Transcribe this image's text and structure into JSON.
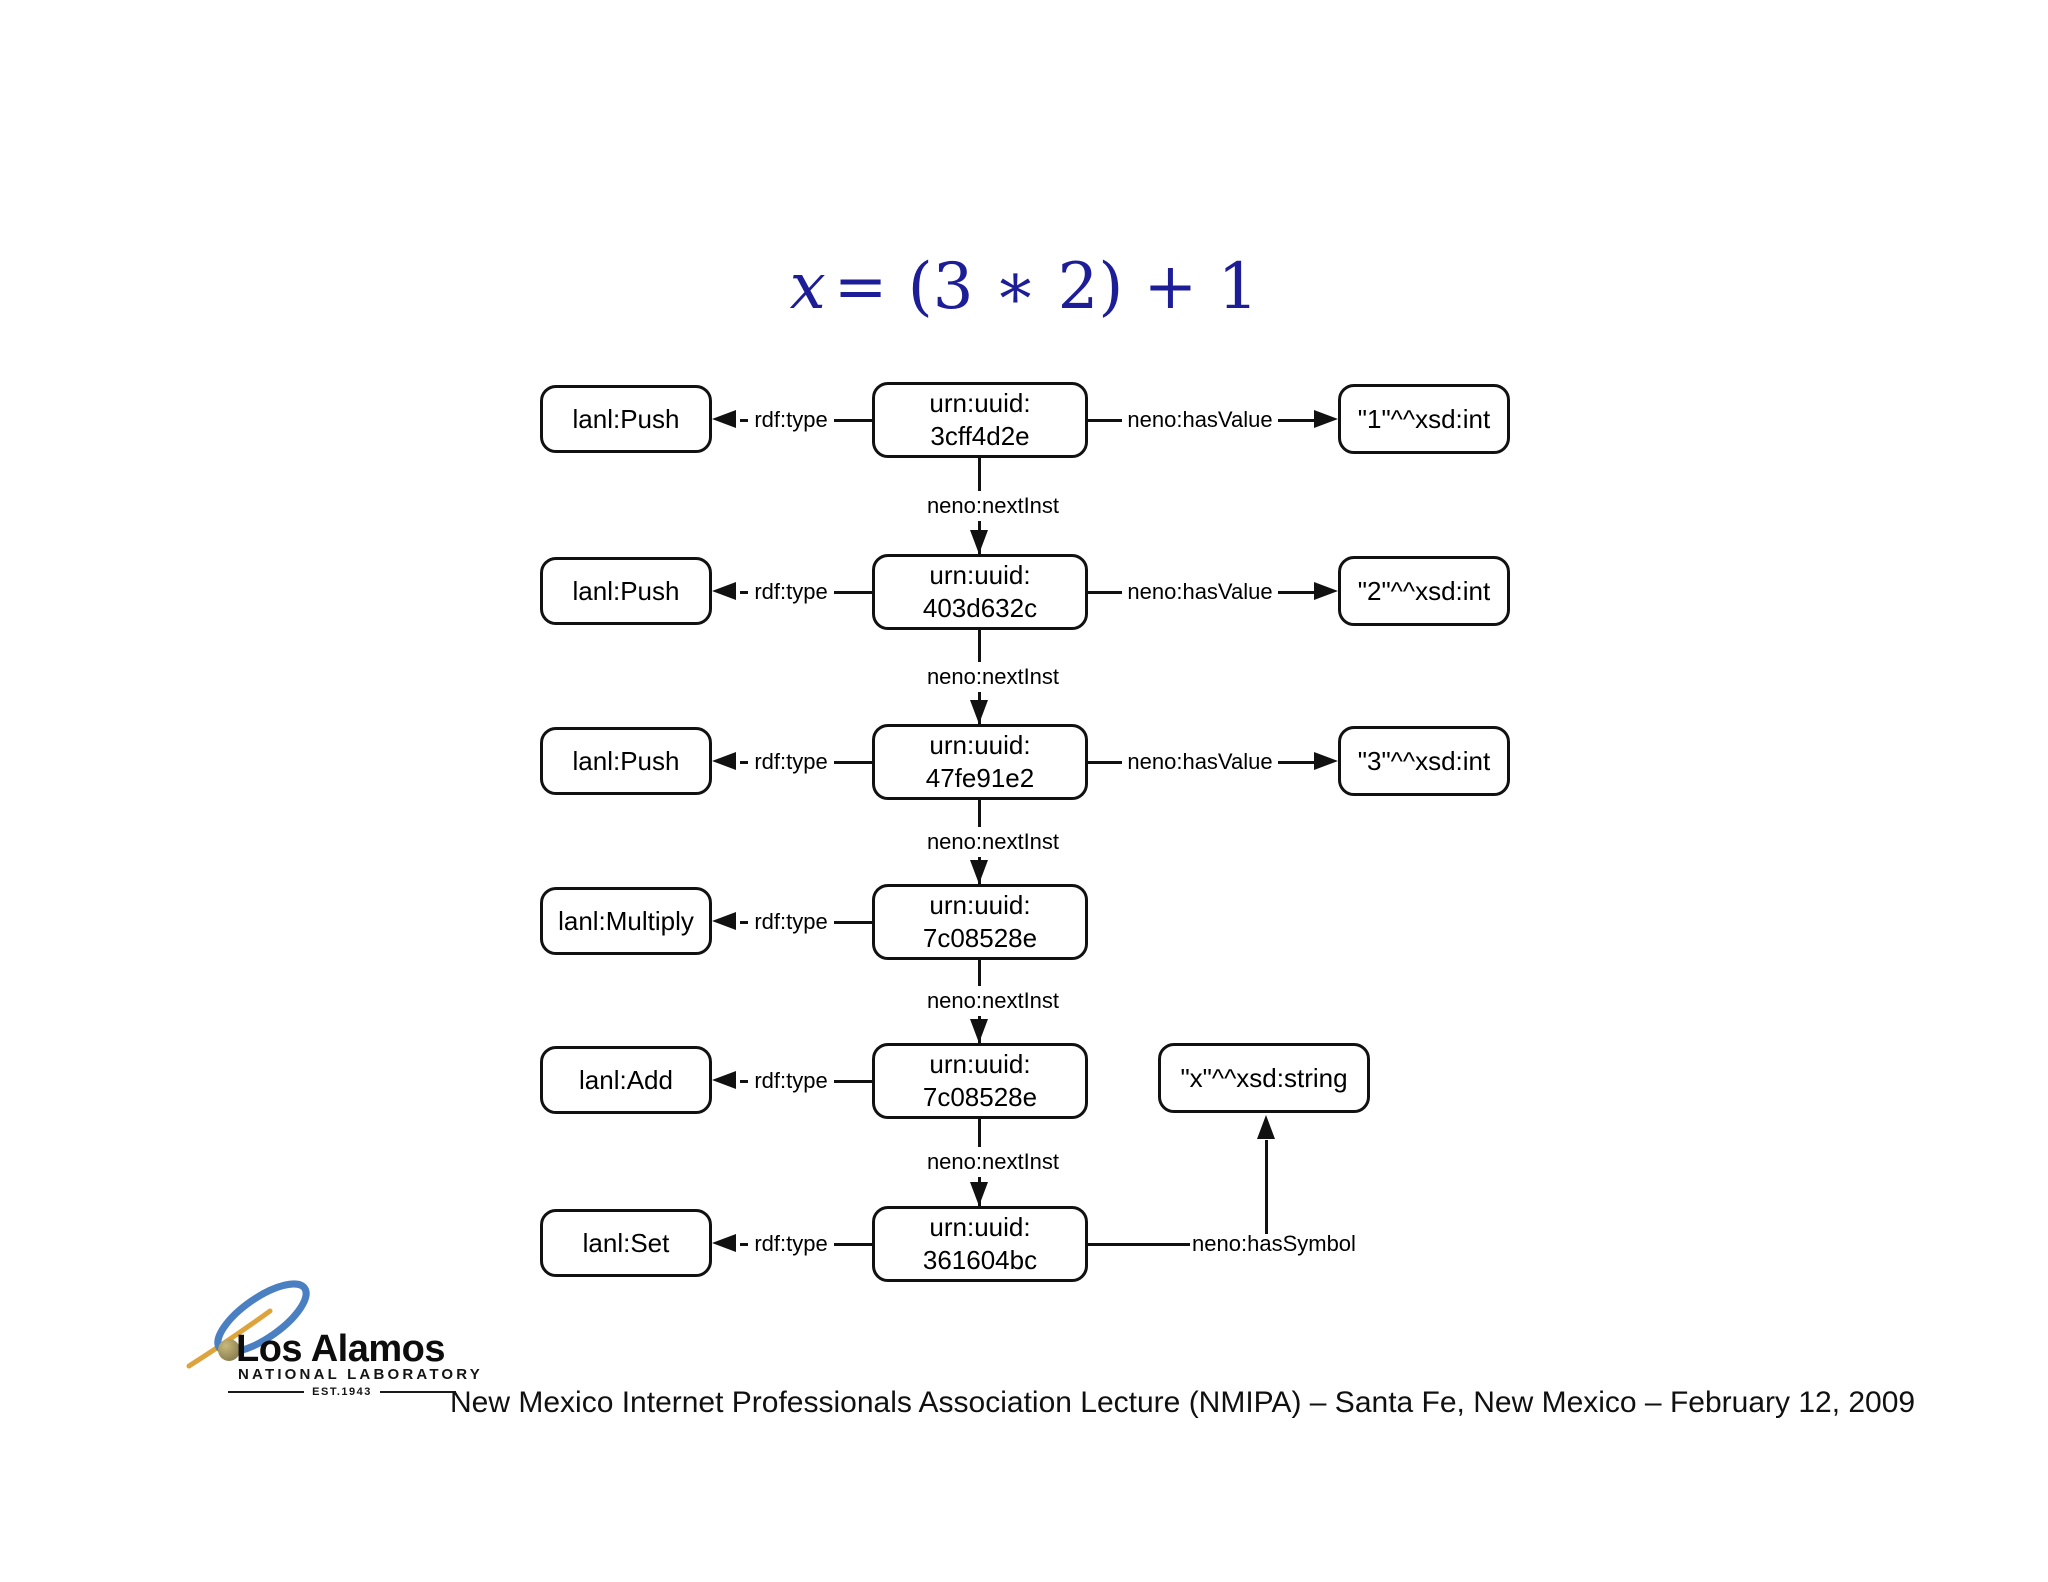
{
  "title": {
    "variable": "x",
    "expression": "= (3 ∗ 2) + 1"
  },
  "diagram": {
    "edge_labels": {
      "rdf_type": "rdf:type",
      "has_value": "neno:hasValue",
      "next_inst": "neno:nextInst",
      "has_symbol": "neno:hasSymbol"
    },
    "rows": [
      {
        "class_box": "lanl:Push",
        "instance_line1": "urn:uuid:",
        "instance_line2": "3cff4d2e",
        "value": "\"1\"^^xsd:int"
      },
      {
        "class_box": "lanl:Push",
        "instance_line1": "urn:uuid:",
        "instance_line2": "403d632c",
        "value": "\"2\"^^xsd:int"
      },
      {
        "class_box": "lanl:Push",
        "instance_line1": "urn:uuid:",
        "instance_line2": "47fe91e2",
        "value": "\"3\"^^xsd:int"
      },
      {
        "class_box": "lanl:Multiply",
        "instance_line1": "urn:uuid:",
        "instance_line2": "7c08528e"
      },
      {
        "class_box": "lanl:Add",
        "instance_line1": "urn:uuid:",
        "instance_line2": "7c08528e"
      },
      {
        "class_box": "lanl:Set",
        "instance_line1": "urn:uuid:",
        "instance_line2": "361604bc"
      }
    ],
    "symbol_box": "\"x\"^^xsd:string"
  },
  "footer": {
    "logo": {
      "wordmark": "Los Alamos",
      "subtitle": "NATIONAL LABORATORY",
      "established": "EST.1943"
    },
    "caption": "New Mexico Internet Professionals Association Lecture (NMIPA) – Santa Fe, New Mexico – February 12, 2009"
  },
  "colors": {
    "title": "#1d1d97",
    "ink": "#111111",
    "logo_blue": "#4a7fc1",
    "logo_gold": "#dda43e",
    "logo_dot": "#a89a5f"
  }
}
